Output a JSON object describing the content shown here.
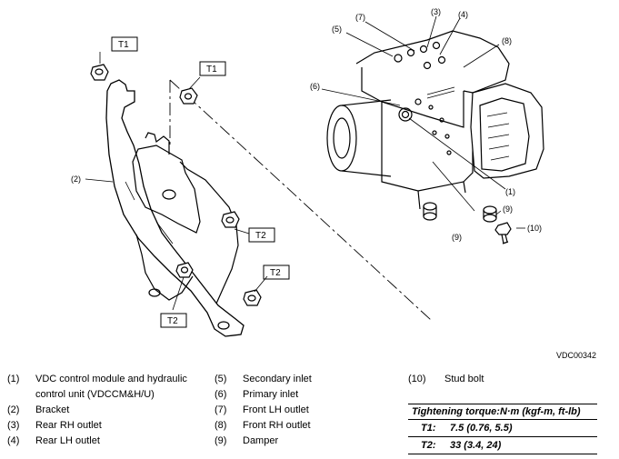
{
  "callouts": {
    "t1_a": "T1",
    "t1_b": "T1",
    "t2_a": "T2",
    "t2_b": "T2",
    "t2_c": "T2",
    "n1": "(1)",
    "n2": "(2)",
    "n3": "(3)",
    "n4": "(4)",
    "n5": "(5)",
    "n6": "(6)",
    "n7": "(7)",
    "n8": "(8)",
    "n9a": "(9)",
    "n9b": "(9)",
    "n10": "(10)"
  },
  "figure_code": "VDC00342",
  "legend": {
    "col1": [
      {
        "num": "(1)",
        "text": "VDC control module and hydraulic control unit (VDCCM&H/U)"
      },
      {
        "num": "(2)",
        "text": "Bracket"
      },
      {
        "num": "(3)",
        "text": "Rear RH outlet"
      },
      {
        "num": "(4)",
        "text": "Rear LH outlet"
      }
    ],
    "col2": [
      {
        "num": "(5)",
        "text": "Secondary inlet"
      },
      {
        "num": "(6)",
        "text": "Primary inlet"
      },
      {
        "num": "(7)",
        "text": "Front LH outlet"
      },
      {
        "num": "(8)",
        "text": "Front RH outlet"
      },
      {
        "num": "(9)",
        "text": "Damper"
      }
    ],
    "col3": [
      {
        "num": "(10)",
        "text": "Stud bolt"
      }
    ]
  },
  "torque": {
    "header": "Tightening torque:N·m (kgf-m, ft-lb)",
    "rows": [
      {
        "key": "T1:",
        "value": "7.5 (0.76, 5.5)"
      },
      {
        "key": "T2:",
        "value": "33 (3.4, 24)"
      }
    ]
  }
}
